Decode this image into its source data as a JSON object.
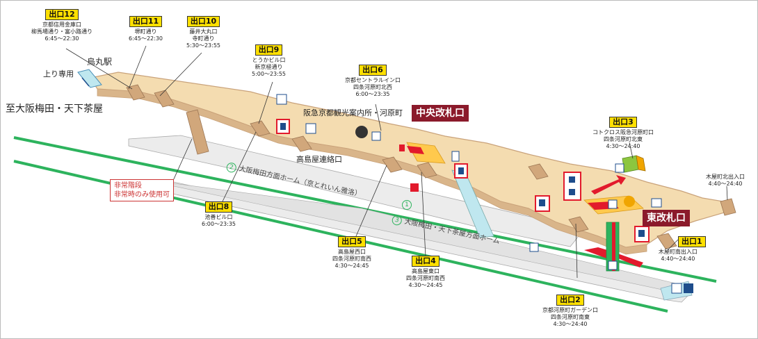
{
  "exits": [
    {
      "id": "exit12",
      "label": "出口12",
      "lines": [
        "京都信用金庫口",
        "柳馬場通り・富小路通り",
        "6:45～22:30"
      ]
    },
    {
      "id": "exit11",
      "label": "出口11",
      "lines": [
        "堺町通り",
        "6:45～22:30"
      ]
    },
    {
      "id": "exit10",
      "label": "出口10",
      "lines": [
        "藤井大丸口",
        "寺町通り",
        "5:30～23:55"
      ]
    },
    {
      "id": "exit9",
      "label": "出口9",
      "lines": [
        "とうかビル口",
        "新京極通り",
        "5:00～23:55"
      ]
    },
    {
      "id": "exit6",
      "label": "出口6",
      "lines": [
        "京都セントラルイン口",
        "四条河原町北西",
        "6:00～23:35"
      ]
    },
    {
      "id": "exit3",
      "label": "出口3",
      "lines": [
        "コトクロス阪急河原町口",
        "四条河原町北東",
        "4:30～24:40"
      ]
    },
    {
      "id": "exit8",
      "label": "出口8",
      "lines": [
        "池善ビル口",
        "6:00～23:35"
      ]
    },
    {
      "id": "exit5",
      "label": "出口5",
      "lines": [
        "高島屋西口",
        "四条河原町南西",
        "4:30～24:45"
      ]
    },
    {
      "id": "exit4",
      "label": "出口4",
      "lines": [
        "高島屋東口",
        "四条河原町南西",
        "4:30～24:45"
      ]
    },
    {
      "id": "exit2",
      "label": "出口2",
      "lines": [
        "京都河原町ガーデン口",
        "四条河原町南東",
        "4:30～24:40"
      ]
    },
    {
      "id": "exit1",
      "label": "出口1",
      "lines": [
        "木屋町南出入口",
        "4:40～24:40"
      ]
    },
    {
      "id": "kiyamachi_north",
      "label": "",
      "lines": [
        "木屋町北出入口",
        "4:40～24:40"
      ]
    }
  ],
  "labels": {
    "karasuma": "烏丸駅",
    "up_only": "上り専用",
    "destination": "至大阪梅田・天下茶屋",
    "tourist_info": "阪急京都観光案内所・河原町",
    "takashimaya": "高島屋連絡口",
    "central_gate": "中央改札口",
    "east_gate": "東改札口",
    "emergency_note_1": "非常階段",
    "emergency_note_2": "非常時のみ使用可",
    "platform_2": "大阪梅田方面ホーム（京とれいん雅洛）",
    "platform_13": "大阪梅田・天下茶屋方面ホーム",
    "num_2": "2",
    "num_1": "1",
    "num_3": "3"
  },
  "colors": {
    "concourse": "#f4dcb0",
    "stair": "#c9a27a",
    "rail": "#2db35d",
    "platform": "#e8e8e8",
    "gate": "#8b1a2b",
    "exit_tag": "#ffe000",
    "accent_red": "#e21a2c"
  }
}
